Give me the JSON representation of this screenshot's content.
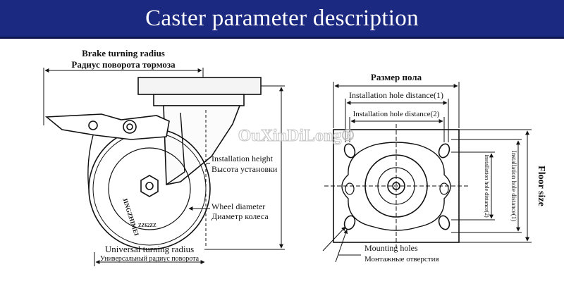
{
  "header": {
    "title": "Caster parameter description"
  },
  "left": {
    "brake_radius_en": "Brake turning radius",
    "brake_radius_ru": "Радиус поворота тормоза",
    "install_height_en": "Installation height",
    "install_height_ru": "Высота установки",
    "wheel_diameter_en": "Wheel diameter",
    "wheel_diameter_ru": "Диаметр колеса",
    "universal_radius_en": "Universal turning radius",
    "universal_radius_ru": "Универсальный радиус поворота",
    "wheel_text_brand": "JINGZHIMEI",
    "wheel_text_code": "ZZ62ZZ"
  },
  "right": {
    "floor_size_ru": "Размер пола",
    "hole_distance_1": "Installation hole distance(1)",
    "hole_distance_2": "Installation hole distance(2)",
    "floor_size_en": "Floor size",
    "mounting_holes_en": "Mounting holes",
    "mounting_holes_ru": "Монтажные отверстия"
  },
  "watermark": "OuXinDiLong®",
  "colors": {
    "banner": "#1b2a80",
    "line": "#111111"
  }
}
